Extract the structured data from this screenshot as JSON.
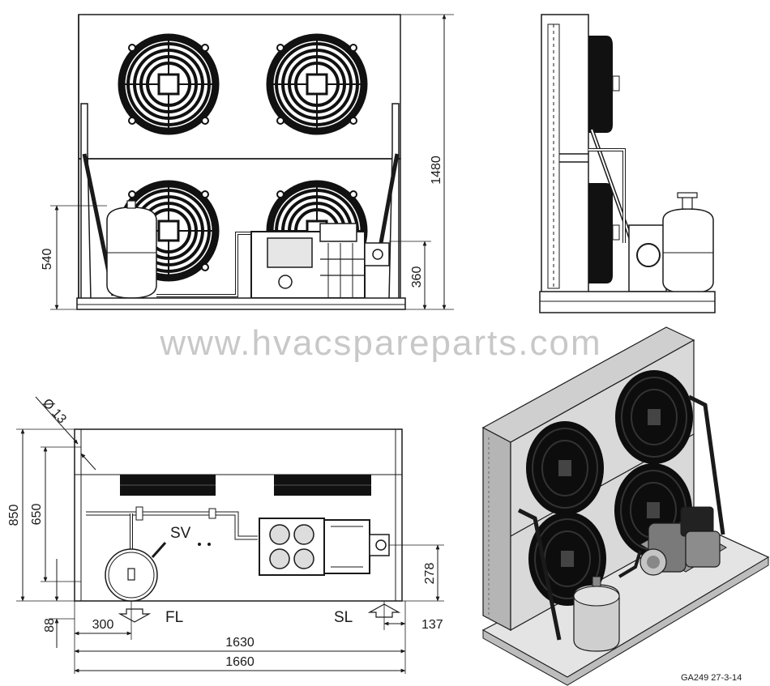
{
  "watermark": "www.hvacspareparts.com",
  "reference": "GA249  27-3-14",
  "front_view": {
    "dim_total_height": "1480",
    "dim_receiver_height": "540",
    "dim_connection_height": "360"
  },
  "top_view": {
    "dim_hole": "Ø 13",
    "dim_depth": "850",
    "dim_frame_depth": "650",
    "dim_edge_offset": "88",
    "dim_fl_offset": "300",
    "dim_inner_length": "1630",
    "dim_total_length": "1660",
    "dim_sl_height": "278",
    "dim_sl_offset": "137",
    "label_sv": "SV",
    "label_fl": "FL",
    "label_sl": "SL"
  },
  "colors": {
    "line": "#1a1a1a",
    "panel_face": "#d9d9d9",
    "panel_side": "#bfbfbf",
    "fan": "#111111",
    "watermark": "#c8c8c8"
  }
}
